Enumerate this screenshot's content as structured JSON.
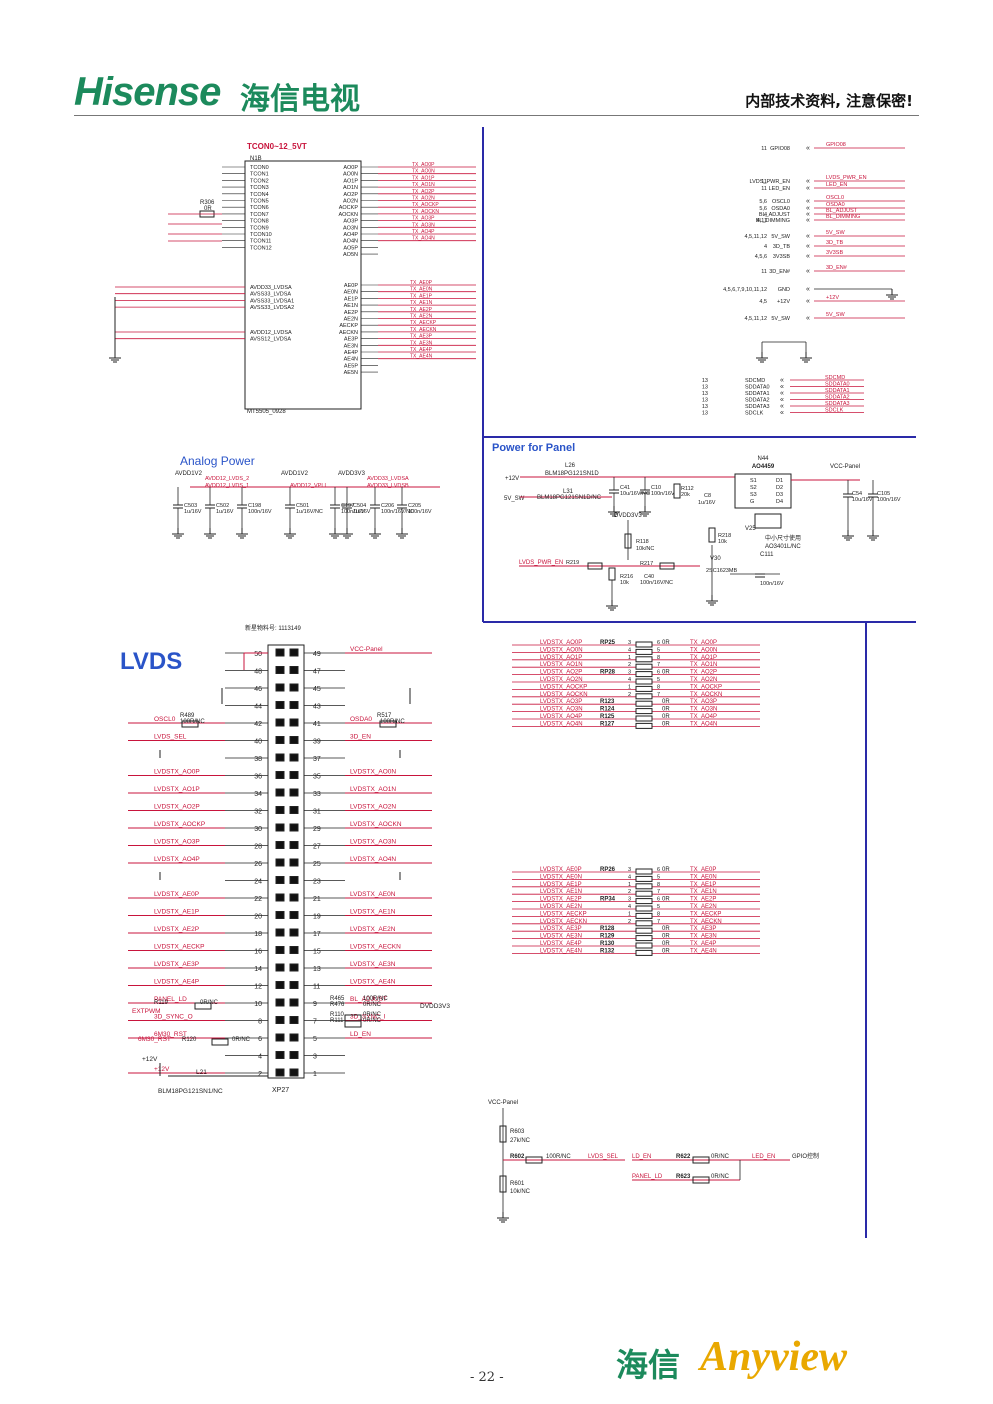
{
  "header": {
    "brand_en": "Hisense",
    "brand_cn": "海信电视",
    "notice": "内部技术资料, 注意保密!"
  },
  "footer": {
    "page_number": "- 22 -",
    "brand_cn": "海信",
    "brand_en": "Anyview"
  },
  "colors": {
    "brand": "#1c8a5c",
    "wire": "#c8143c",
    "frame": "#2a2aa8",
    "accent": "#e9a800"
  },
  "tcon": {
    "title": "TCON0~12_5VT",
    "ref": "N1B",
    "part": "MT5505_0928",
    "left_pins": [
      "TCON0",
      "TCON1",
      "TCON2",
      "TCON3",
      "TCON4",
      "TCON5",
      "TCON6",
      "TCON7",
      "TCON8",
      "TCON9",
      "TCON10",
      "TCON11",
      "TCON12"
    ],
    "right_pins": [
      "AO0P",
      "AO0N",
      "AO1P",
      "AO1N",
      "AO2P",
      "AO2N",
      "AOCKP",
      "AOCKN",
      "AO3P",
      "AO3N",
      "AO4P",
      "AO4N",
      "AO5P",
      "AO5N"
    ],
    "right_pins2": [
      "AE0P",
      "AE0N",
      "AE1P",
      "AE1N",
      "AE2P",
      "AE2N",
      "AECKP",
      "AECKN",
      "AE3P",
      "AE3N",
      "AE4P",
      "AE4N",
      "AE5P",
      "AE5N"
    ],
    "power_pins": [
      "AVDD33_LVDSA",
      "AVSS33_LVDSA",
      "AVSS33_LVDSA1",
      "AVSS33_LVDSA2",
      "AVDD12_LVDSA",
      "AVSS12_LVDSA"
    ],
    "nets_out": [
      "TX_AO0P",
      "TX_AO0N",
      "TX_AO1P",
      "TX_AO1N",
      "TX_AO2P",
      "TX_AO2N",
      "TX_AOCKP",
      "TX_AOCKN",
      "TX_AO3P",
      "TX_AO3N",
      "TX_AO4P",
      "TX_AO4N"
    ],
    "nets_out2": [
      "TX_AE0P",
      "TX_AE0N",
      "TX_AE1P",
      "TX_AE1N",
      "TX_AE2P",
      "TX_AE2N",
      "TX_AECKP",
      "TX_AECKN",
      "TX_AE3P",
      "TX_AE3N",
      "TX_AE4P",
      "TX_AE4N"
    ],
    "r306": "R306",
    "r306_val": "0R"
  },
  "gpio": {
    "rows": [
      {
        "num": "11",
        "name": "GPIO08",
        "net": "GPIO08"
      },
      {
        "num": "11",
        "name": "LVDS_PWR_EN",
        "net": "LVDS_PWR_EN"
      },
      {
        "num": "11",
        "name": "LED_EN",
        "net": "LED_EN"
      },
      {
        "num": "5,6",
        "name": "OSCL0",
        "net": "OSCL0"
      },
      {
        "num": "5,6",
        "name": "OSDA0",
        "net": "OSDA0"
      },
      {
        "num": "4",
        "name": "BL_ADJUST",
        "net": "BL_ADJUST"
      },
      {
        "num": "4,11",
        "name": "BL_DIMMING",
        "net": "BL_DIMMING"
      },
      {
        "num": "4,5,11,12",
        "name": "5V_SW",
        "net": "5V_SW"
      },
      {
        "num": "4",
        "name": "3D_TB",
        "net": "3D_TB"
      },
      {
        "num": "4,5,6",
        "name": "3V3SB",
        "net": "3V3SB"
      },
      {
        "num": "11",
        "name": "3D_EN#",
        "net": "3D_EN#"
      },
      {
        "num": "4,5,6,7,9,10,11,12",
        "name": "GND",
        "net": ""
      },
      {
        "num": "4,5",
        "name": "+12V",
        "net": "+12V"
      },
      {
        "num": "4,5,11,12",
        "name": "5V_SW",
        "net": "5V_SW"
      }
    ],
    "sd_rows": [
      {
        "num": "13",
        "name": "SDCMD",
        "net": "SDCMD"
      },
      {
        "num": "13",
        "name": "SDDATA0",
        "net": "SDDATA0"
      },
      {
        "num": "13",
        "name": "SDDATA1",
        "net": "SDDATA1"
      },
      {
        "num": "13",
        "name": "SDDATA2",
        "net": "SDDATA2"
      },
      {
        "num": "13",
        "name": "SDDATA3",
        "net": "SDDATA3"
      },
      {
        "num": "13",
        "name": "SDCLK",
        "net": "SDCLK"
      }
    ]
  },
  "analog_power": {
    "title": "Analog Power",
    "rails": [
      "AVDD1V2",
      "AVDD1V2",
      "AVDD3V3"
    ],
    "nets": [
      "AVDD12_LVDS_2",
      "AVDD12_LVDS_1",
      "AVDD12_VPLL",
      "AVDD33_LVDSA",
      "AVDD33_LVDSB"
    ],
    "caps": [
      "C503",
      "C502",
      "C198",
      "C501",
      "C197",
      "C504",
      "C206",
      "C205"
    ],
    "cap_vals": [
      "1u/16V",
      "1u/16V",
      "100n/16V",
      "1u/16V/NC",
      "100n/16V",
      "1u/16V",
      "100n/16V/NC",
      "100n/16V"
    ]
  },
  "power_panel": {
    "title": "Power for Panel",
    "parts": [
      "L26",
      "L31",
      "C41",
      "C10",
      "R112",
      "C8",
      "N44",
      "AO4459",
      "C54",
      "C105",
      "R118",
      "R219",
      "R216",
      "C40",
      "R217",
      "V25",
      "AO3401L/NC",
      "V30",
      "2SC1623MB",
      "R218",
      "C111"
    ],
    "labels": [
      "+12V",
      "5V_SW",
      "DVDD3V3",
      "LVDS_PWR_EN",
      "VCC-Panel",
      "中小尺寸使用"
    ],
    "vals": [
      "BLM18PG121SN1D",
      "BLM18PG121SN1D/NC",
      "10u/16V/NC",
      "100n/16V",
      "20k",
      "1u/16V",
      "10k/NC",
      "10k",
      "100n/16V/NC",
      "10k",
      "100n/16V",
      "10u/16V",
      "100n/16V"
    ]
  },
  "lvds": {
    "title": "LVDS",
    "connector": "XP27",
    "part_note": "新星物料号: 1113149",
    "vcc": "VCC-Panel",
    "rows": [
      {
        "l": "50",
        "r": "49",
        "ln": "",
        "rn": "VCC-Panel"
      },
      {
        "l": "48",
        "r": "47",
        "ln": "",
        "rn": ""
      },
      {
        "l": "46",
        "r": "45",
        "ln": "",
        "rn": ""
      },
      {
        "l": "44",
        "r": "43",
        "ln": "",
        "rn": ""
      },
      {
        "l": "42",
        "r": "41",
        "ln": "OSCL0",
        "rn": "OSDA0"
      },
      {
        "l": "40",
        "r": "39",
        "ln": "LVDS_SEL",
        "rn": "3D_EN"
      },
      {
        "l": "38",
        "r": "37",
        "ln": "",
        "rn": ""
      },
      {
        "l": "36",
        "r": "35",
        "ln": "LVDSTX_AO0P",
        "rn": "LVDSTX_AO0N"
      },
      {
        "l": "34",
        "r": "33",
        "ln": "LVDSTX_AO1P",
        "rn": "LVDSTX_AO1N"
      },
      {
        "l": "32",
        "r": "31",
        "ln": "LVDSTX_AO2P",
        "rn": "LVDSTX_AO2N"
      },
      {
        "l": "30",
        "r": "29",
        "ln": "LVDSTX_AOCKP",
        "rn": "LVDSTX_AOCKN"
      },
      {
        "l": "28",
        "r": "27",
        "ln": "LVDSTX_AO3P",
        "rn": "LVDSTX_AO3N"
      },
      {
        "l": "26",
        "r": "25",
        "ln": "LVDSTX_AO4P",
        "rn": "LVDSTX_AO4N"
      },
      {
        "l": "24",
        "r": "23",
        "ln": "",
        "rn": ""
      },
      {
        "l": "22",
        "r": "21",
        "ln": "LVDSTX_AE0P",
        "rn": "LVDSTX_AE0N"
      },
      {
        "l": "20",
        "r": "19",
        "ln": "LVDSTX_AE1P",
        "rn": "LVDSTX_AE1N"
      },
      {
        "l": "18",
        "r": "17",
        "ln": "LVDSTX_AE2P",
        "rn": "LVDSTX_AE2N"
      },
      {
        "l": "16",
        "r": "15",
        "ln": "LVDSTX_AECKP",
        "rn": "LVDSTX_AECKN"
      },
      {
        "l": "14",
        "r": "13",
        "ln": "LVDSTX_AE3P",
        "rn": "LVDSTX_AE3N"
      },
      {
        "l": "12",
        "r": "11",
        "ln": "LVDSTX_AE4P",
        "rn": "LVDSTX_AE4N"
      },
      {
        "l": "10",
        "r": "9",
        "ln": "PANEL_LD",
        "rn": "BL_ADJUST"
      },
      {
        "l": "8",
        "r": "7",
        "ln": "3D_SYNC_O",
        "rn": "3D_SYNC_I"
      },
      {
        "l": "6",
        "r": "5",
        "ln": "6M30_RST",
        "rn": "LD_EN"
      },
      {
        "l": "4",
        "r": "3",
        "ln": "",
        "rn": ""
      },
      {
        "l": "2",
        "r": "1",
        "ln": "+12V",
        "rn": ""
      }
    ],
    "resistors": [
      {
        "ref": "R489",
        "val": "100R/NC"
      },
      {
        "ref": "R517",
        "val": "100R/NC"
      },
      {
        "ref": "R119",
        "val": "0R/NC"
      },
      {
        "ref": "R120",
        "val": "0R/NC"
      },
      {
        "ref": "R110",
        "val": "0R/NC"
      },
      {
        "ref": "R111",
        "val": "0R/NC"
      },
      {
        "ref": "R465",
        "val": "100R/NC"
      },
      {
        "ref": "R476",
        "val": "0R/NC"
      }
    ],
    "misc": [
      "EXTPWM",
      "6M30_RST",
      "DVDD3V3",
      "L21",
      "BLM18PG121SN1/NC",
      "+12V"
    ]
  },
  "rp_block_1": [
    {
      "in": "LVDSTX_AO0P",
      "rp": "RP25",
      "pin": "3",
      "pin2": "6",
      "val": "0R",
      "out": "TX_AO0P"
    },
    {
      "in": "LVDSTX_AO0N",
      "rp": "",
      "pin": "4",
      "pin2": "5",
      "val": "",
      "out": "TX_AO0N"
    },
    {
      "in": "LVDSTX_AO1P",
      "rp": "",
      "pin": "1",
      "pin2": "8",
      "val": "",
      "out": "TX_AO1P"
    },
    {
      "in": "LVDSTX_AO1N",
      "rp": "",
      "pin": "2",
      "pin2": "7",
      "val": "",
      "out": "TX_AO1N"
    },
    {
      "in": "LVDSTX_AO2P",
      "rp": "RP28",
      "pin": "3",
      "pin2": "6",
      "val": "0R",
      "out": "TX_AO2P"
    },
    {
      "in": "LVDSTX_AO2N",
      "rp": "",
      "pin": "4",
      "pin2": "5",
      "val": "",
      "out": "TX_AO2N"
    },
    {
      "in": "LVDSTX_AOCKP",
      "rp": "",
      "pin": "1",
      "pin2": "8",
      "val": "",
      "out": "TX_AOCKP"
    },
    {
      "in": "LVDSTX_AOCKN",
      "rp": "",
      "pin": "2",
      "pin2": "7",
      "val": "",
      "out": "TX_AOCKN"
    },
    {
      "in": "LVDSTX_AO3P",
      "rp": "R123",
      "pin": "",
      "pin2": "",
      "val": "0R",
      "out": "TX_AO3P"
    },
    {
      "in": "LVDSTX_AO3N",
      "rp": "R124",
      "pin": "",
      "pin2": "",
      "val": "0R",
      "out": "TX_AO3N"
    },
    {
      "in": "LVDSTX_AO4P",
      "rp": "R125",
      "pin": "",
      "pin2": "",
      "val": "0R",
      "out": "TX_AO4P"
    },
    {
      "in": "LVDSTX_AO4N",
      "rp": "R127",
      "pin": "",
      "pin2": "",
      "val": "0R",
      "out": "TX_AO4N"
    }
  ],
  "rp_block_2": [
    {
      "in": "LVDSTX_AE0P",
      "rp": "RP26",
      "pin": "3",
      "pin2": "6",
      "val": "0R",
      "out": "TX_AE0P"
    },
    {
      "in": "LVDSTX_AE0N",
      "rp": "",
      "pin": "4",
      "pin2": "5",
      "val": "",
      "out": "TX_AE0N"
    },
    {
      "in": "LVDSTX_AE1P",
      "rp": "",
      "pin": "1",
      "pin2": "8",
      "val": "",
      "out": "TX_AE1P"
    },
    {
      "in": "LVDSTX_AE1N",
      "rp": "",
      "pin": "2",
      "pin2": "7",
      "val": "",
      "out": "TX_AE1N"
    },
    {
      "in": "LVDSTX_AE2P",
      "rp": "RP34",
      "pin": "3",
      "pin2": "6",
      "val": "0R",
      "out": "TX_AE2P"
    },
    {
      "in": "LVDSTX_AE2N",
      "rp": "",
      "pin": "4",
      "pin2": "5",
      "val": "",
      "out": "TX_AE2N"
    },
    {
      "in": "LVDSTX_AECKP",
      "rp": "",
      "pin": "1",
      "pin2": "8",
      "val": "",
      "out": "TX_AECKP"
    },
    {
      "in": "LVDSTX_AECKN",
      "rp": "",
      "pin": "2",
      "pin2": "7",
      "val": "",
      "out": "TX_AECKN"
    },
    {
      "in": "LVDSTX_AE3P",
      "rp": "R128",
      "pin": "",
      "pin2": "",
      "val": "0R",
      "out": "TX_AE3P"
    },
    {
      "in": "LVDSTX_AE3N",
      "rp": "R129",
      "pin": "",
      "pin2": "",
      "val": "0R",
      "out": "TX_AE3N"
    },
    {
      "in": "LVDSTX_AE4P",
      "rp": "R130",
      "pin": "",
      "pin2": "",
      "val": "0R",
      "out": "TX_AE4P"
    },
    {
      "in": "LVDSTX_AE4N",
      "rp": "R132",
      "pin": "",
      "pin2": "",
      "val": "0R",
      "out": "TX_AE4N"
    }
  ],
  "bottom_sel": {
    "vcc": "VCC-Panel",
    "r603": "R603",
    "r603_val": "27k/NC",
    "r602": "R602",
    "r602_val": "100R/NC",
    "r601": "R601",
    "r601_val": "10k/NC",
    "lvds_sel": "LVDS_SEL",
    "ld_en": "LD_EN",
    "r622": "R622",
    "r622_val": "0R/NC",
    "led_en": "LED_EN",
    "gpio_note": "GPIO控制",
    "panel_ld": "PANEL_LD",
    "r623": "R623",
    "r623_val": "0R/NC"
  }
}
